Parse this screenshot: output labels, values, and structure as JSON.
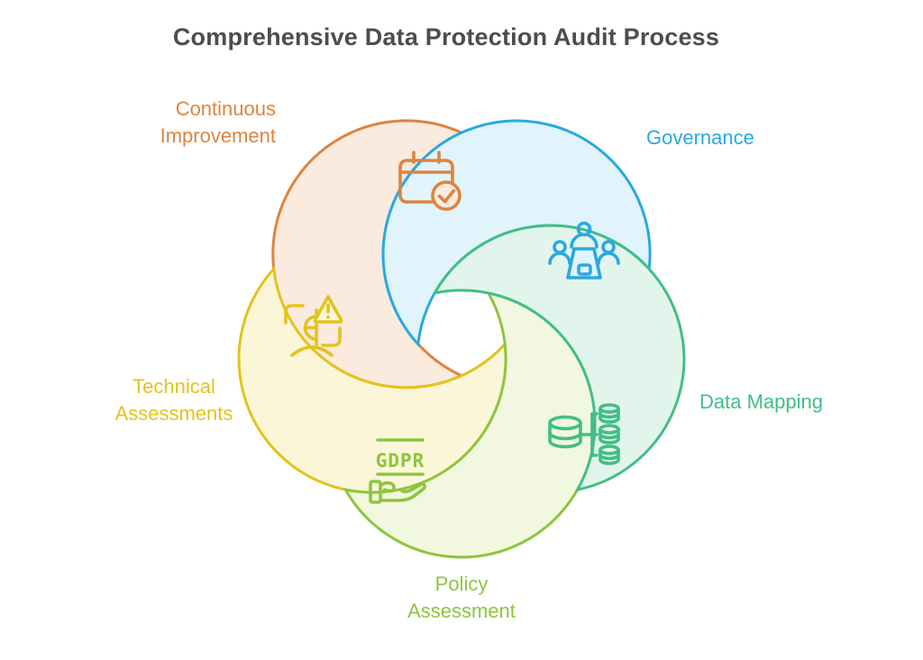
{
  "title": {
    "text": "Comprehensive Data Protection Audit Process",
    "color": "#4d4d4d"
  },
  "petals": [
    {
      "id": "continuous-improvement",
      "label_lines": [
        "Continuous",
        "Improvement"
      ],
      "color": "#dd8440",
      "fill": "#faebde",
      "icon": "calendar-check-icon"
    },
    {
      "id": "governance",
      "label_lines": [
        "Governance"
      ],
      "color": "#29a9e0",
      "fill": "#e1f3fb",
      "icon": "meeting-icon"
    },
    {
      "id": "data-mapping",
      "label_lines": [
        "Data Mapping"
      ],
      "color": "#41be86",
      "fill": "#e2f5ec",
      "icon": "database-mapping-icon"
    },
    {
      "id": "policy-assessment",
      "label_lines": [
        "Policy",
        "Assessment"
      ],
      "color": "#8cc63f",
      "fill": "#f2f8df",
      "icon": "gdpr-hand-icon",
      "icon_text": "GDPR"
    },
    {
      "id": "technical-assessments",
      "label_lines": [
        "Technical",
        "Assessments"
      ],
      "color": "#e3c31d",
      "fill": "#fbf6d8",
      "icon": "risk-scan-icon"
    }
  ]
}
